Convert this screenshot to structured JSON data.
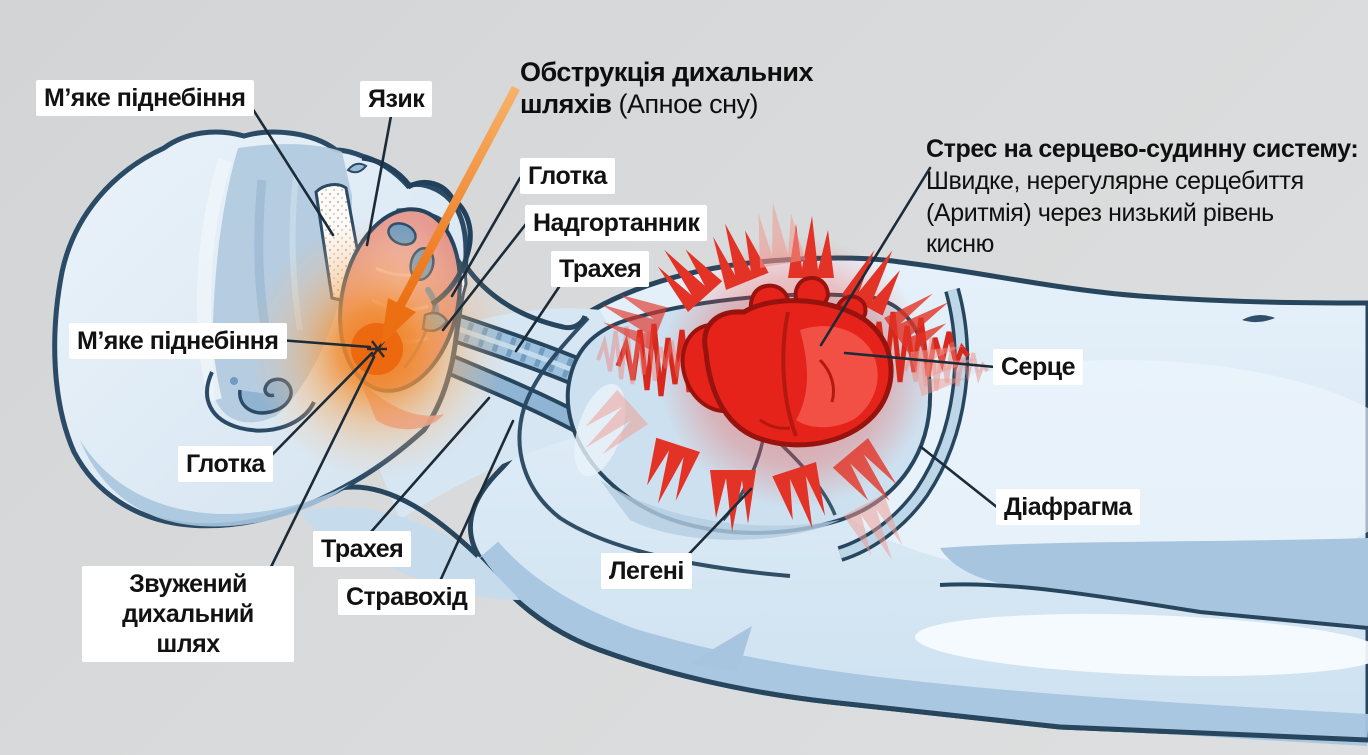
{
  "title": {
    "line1_bold": "Обструкція дихальних",
    "line2_bold": "шляхів",
    "line2_normal": " (Апное сну)"
  },
  "stress": {
    "heading": "Стрес на серцево-судинну систему:",
    "lines": [
      "Швидке, нерегулярне серцебиття",
      "(Аритмія) через низький рівень",
      "кисню"
    ]
  },
  "labels": {
    "soft_palate_top": "М’яке піднебіння",
    "tongue": "Язик",
    "pharynx_top": "Глотка",
    "epiglottis": "Надгортанник",
    "trachea_top": "Трахея",
    "soft_palate_side": "М’яке піднебіння",
    "pharynx_side": "Глотка",
    "narrowed_airway_line1": "Звужений",
    "narrowed_airway_line2": "дихальний шлях",
    "trachea_bottom": "Трахея",
    "esophagus": "Стравохід",
    "lungs": "Легені",
    "heart": "Серце",
    "diaphragm": "Діафрагма"
  },
  "colors": {
    "background_gray": "#d7d9da",
    "outline_navy": "#27465e",
    "body_blue": "#d9e9f5",
    "shade_blue": "#a7c5df",
    "accent_orange": "#ee7a1b",
    "heart_red": "#e5231b",
    "vibration_red": "#d8271d",
    "tongue_pink": "#e59a90",
    "label_background": "#ffffff",
    "text_black": "#121212"
  }
}
